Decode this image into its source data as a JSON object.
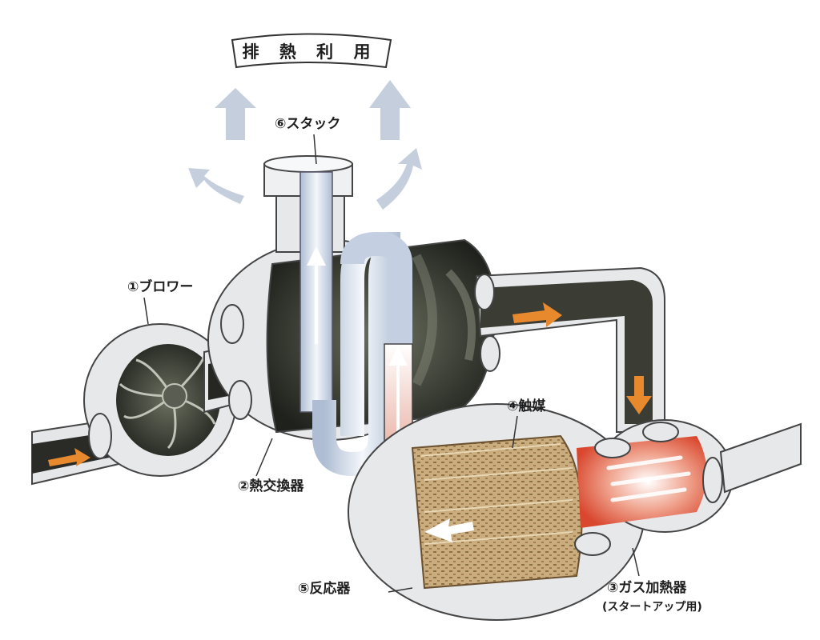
{
  "banner": {
    "text": "排 熱 利 用"
  },
  "components": [
    {
      "id": "blower",
      "label": "①ブロワー"
    },
    {
      "id": "heat-exchanger",
      "label": "②熱交換器"
    },
    {
      "id": "gas-heater",
      "label": "③ガス加熱器",
      "sublabel": "(スタートアップ用)"
    },
    {
      "id": "catalyst",
      "label": "④触媒"
    },
    {
      "id": "reactor",
      "label": "⑤反応器"
    },
    {
      "id": "stack",
      "label": "⑥スタック"
    }
  ],
  "colors": {
    "flow_arrow": "#e8892e",
    "exhaust_arrow": "#a9b8cb",
    "vessel": "#e6e8ea",
    "dark_gas": "#2b2b2b",
    "catalyst_mesh": "#b89a6a",
    "hot_gas": "#d9472e",
    "tube": "#c4d0e2"
  }
}
